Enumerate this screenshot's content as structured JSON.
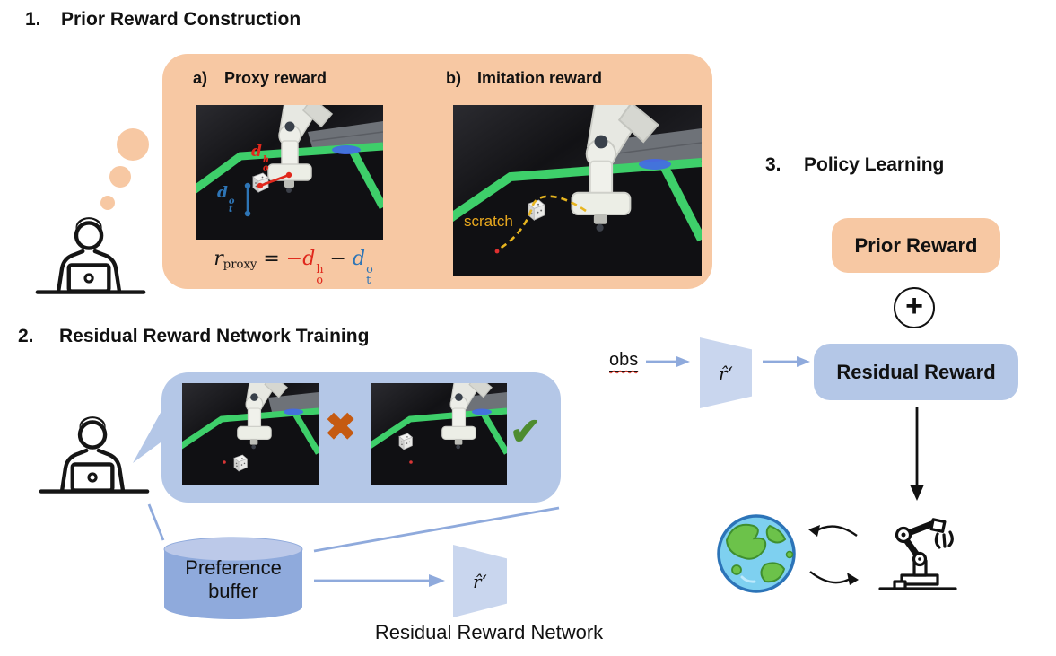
{
  "colors": {
    "peach": "#f7c8a3",
    "panel_blue": "#b4c7e7",
    "accent_blue": "#8faadc",
    "trap_blue": "#c9d6ee",
    "cylinder_blue": "#8faadc",
    "cross_orange": "#c55a11",
    "check_green": "#4e8c2f",
    "formula_red": "#e0281c",
    "formula_blue": "#2e75b6",
    "scratch_yellow": "#e8a81e"
  },
  "section1": {
    "number": "1.",
    "title": "Prior Reward Construction",
    "panel_a": {
      "number": "a)",
      "title": "Proxy reward"
    },
    "panel_b": {
      "number": "b)",
      "title": "Imitation reward"
    },
    "proxy_annotations": {
      "hand_obj": {
        "base": "d",
        "sup": "h",
        "sub": "o"
      },
      "obj_target": {
        "base": "d",
        "sup": "o",
        "sub": "t"
      }
    },
    "formula": {
      "lhs": "r",
      "lhs_sub": "proxy",
      "equals": "=",
      "minus1": "−",
      "term1": {
        "base": "d",
        "sup": "h",
        "sub": "o"
      },
      "minus2": "−",
      "term2": {
        "base": "d",
        "sup": "o",
        "sub": "t"
      }
    },
    "scratch_label": "scratch"
  },
  "section2": {
    "number": "2.",
    "title": "Residual Reward Network Training",
    "cross_mark": "✖",
    "check_mark": "✔",
    "buffer": {
      "line1": "Preference",
      "line2": "buffer"
    },
    "trap_label": "r̂‘",
    "caption": "Residual Reward Network"
  },
  "section3": {
    "number": "3.",
    "title": "Policy Learning",
    "prior_box": "Prior Reward",
    "plus": "+",
    "obs": "obs",
    "trap_label": "r̂‘",
    "residual_box": "Residual Reward"
  }
}
